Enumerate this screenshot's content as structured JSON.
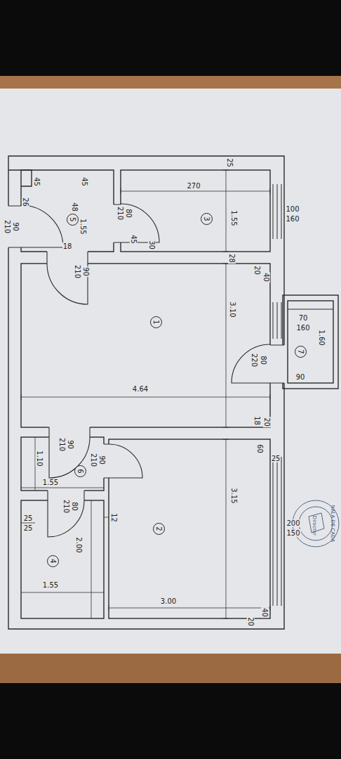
{
  "diagram": {
    "nodes": [
      {
        "text": [
          "5"
        ]
      },
      {
        "text": [
          "3"
        ]
      },
      {
        "text": [
          "1"
        ]
      },
      {
        "text": [
          "7"
        ]
      },
      {
        "text": [
          "6"
        ]
      },
      {
        "text": [
          "2"
        ]
      },
      {
        "text": [
          "4"
        ]
      }
    ],
    "labels": [
      "45",
      "26",
      "90",
      "210",
      "45",
      "48",
      "1.55",
      "18",
      "80",
      "210",
      "45",
      "30",
      "25",
      "270",
      "1.55",
      "100",
      "160",
      "28",
      "90",
      "210",
      "20",
      "40",
      "3.10",
      "4.64",
      "70",
      "160",
      "1.60",
      "80",
      "220",
      "90",
      "18",
      "20",
      "90",
      "210",
      "1.10",
      "90",
      "210",
      "1.55",
      "80",
      "210",
      "2.00",
      "25",
      "25",
      "1.55",
      "60",
      "25",
      "3.15",
      "12",
      "200",
      "150",
      "3.00",
      "40",
      "20",
      "NALA DE CADA",
      "Director"
    ]
  }
}
